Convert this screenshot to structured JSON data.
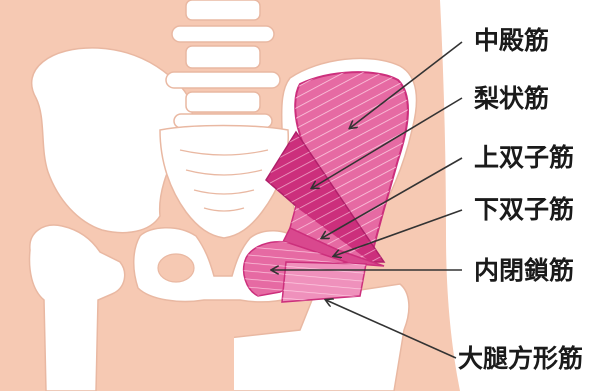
{
  "labels": {
    "gluteus_medius": "中殿筋",
    "piriformis": "梨状筋",
    "gemellus_superior": "上双子筋",
    "gemellus_inferior": "下双子筋",
    "obturator_internus": "内閉鎖筋",
    "quadratus_femoris": "大腿方形筋"
  },
  "colors": {
    "skin": "#f6c9b3",
    "bone": "#ffffff",
    "bone_outline": "#e9b8a2",
    "muscle_fill": "#e66aa3",
    "muscle_dark": "#cc2f7c",
    "muscle_light": "#ef91bc",
    "arrow": "#333333"
  }
}
